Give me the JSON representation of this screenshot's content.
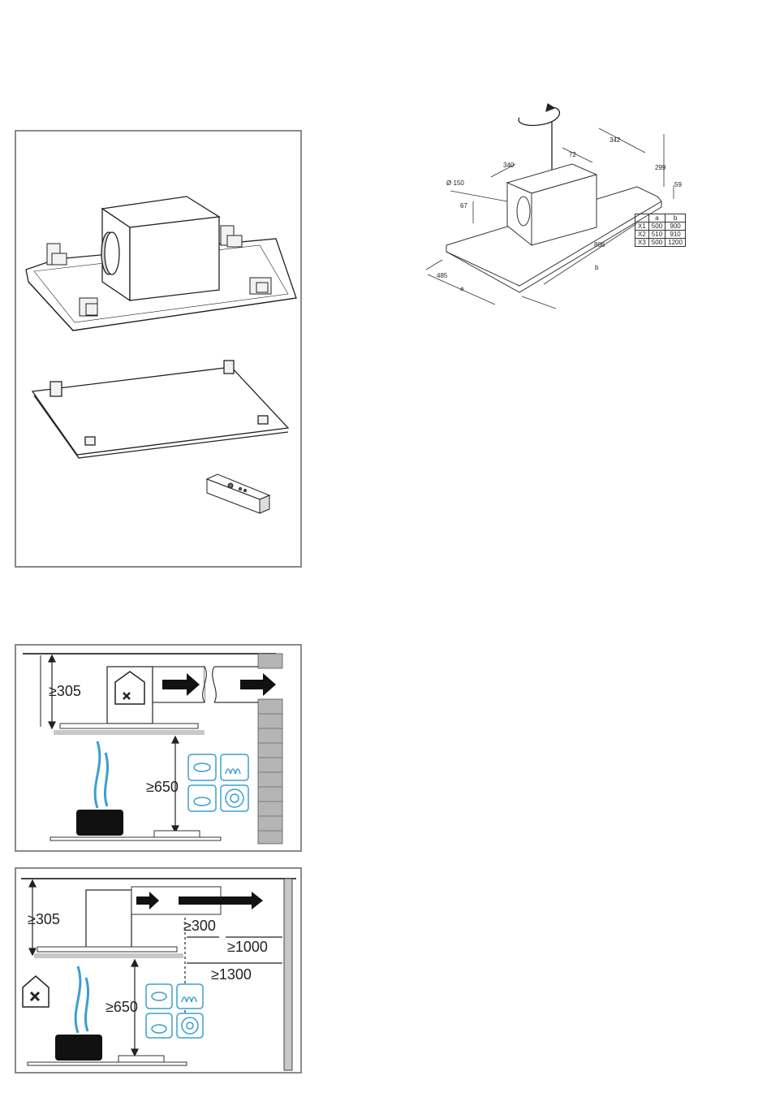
{
  "dimension_drawing": {
    "d1": "342",
    "d2": "72",
    "d3": "340",
    "d4": "299",
    "d5": "59",
    "d6": "Ø 150",
    "d7": "67",
    "d8": "886",
    "d9": "485",
    "d10": "a",
    "d11": "b",
    "table": {
      "headers": [
        "",
        "a",
        "b"
      ],
      "rows": [
        [
          "X1",
          "500",
          "900"
        ],
        [
          "X2",
          "510",
          "910"
        ],
        [
          "X3",
          "500",
          "1200"
        ]
      ]
    }
  },
  "install_diagram_1": {
    "ceiling_min": "≥305",
    "hob_min": "≥650"
  },
  "install_diagram_2": {
    "ceiling_min": "≥305",
    "wall_min_1": "≥300",
    "wall_min_2": "≥1000",
    "wall_min_3": "≥1300",
    "hob_min": "≥650"
  },
  "colors": {
    "accent": "#3a9fd0",
    "frame": "#8a8a8a"
  }
}
